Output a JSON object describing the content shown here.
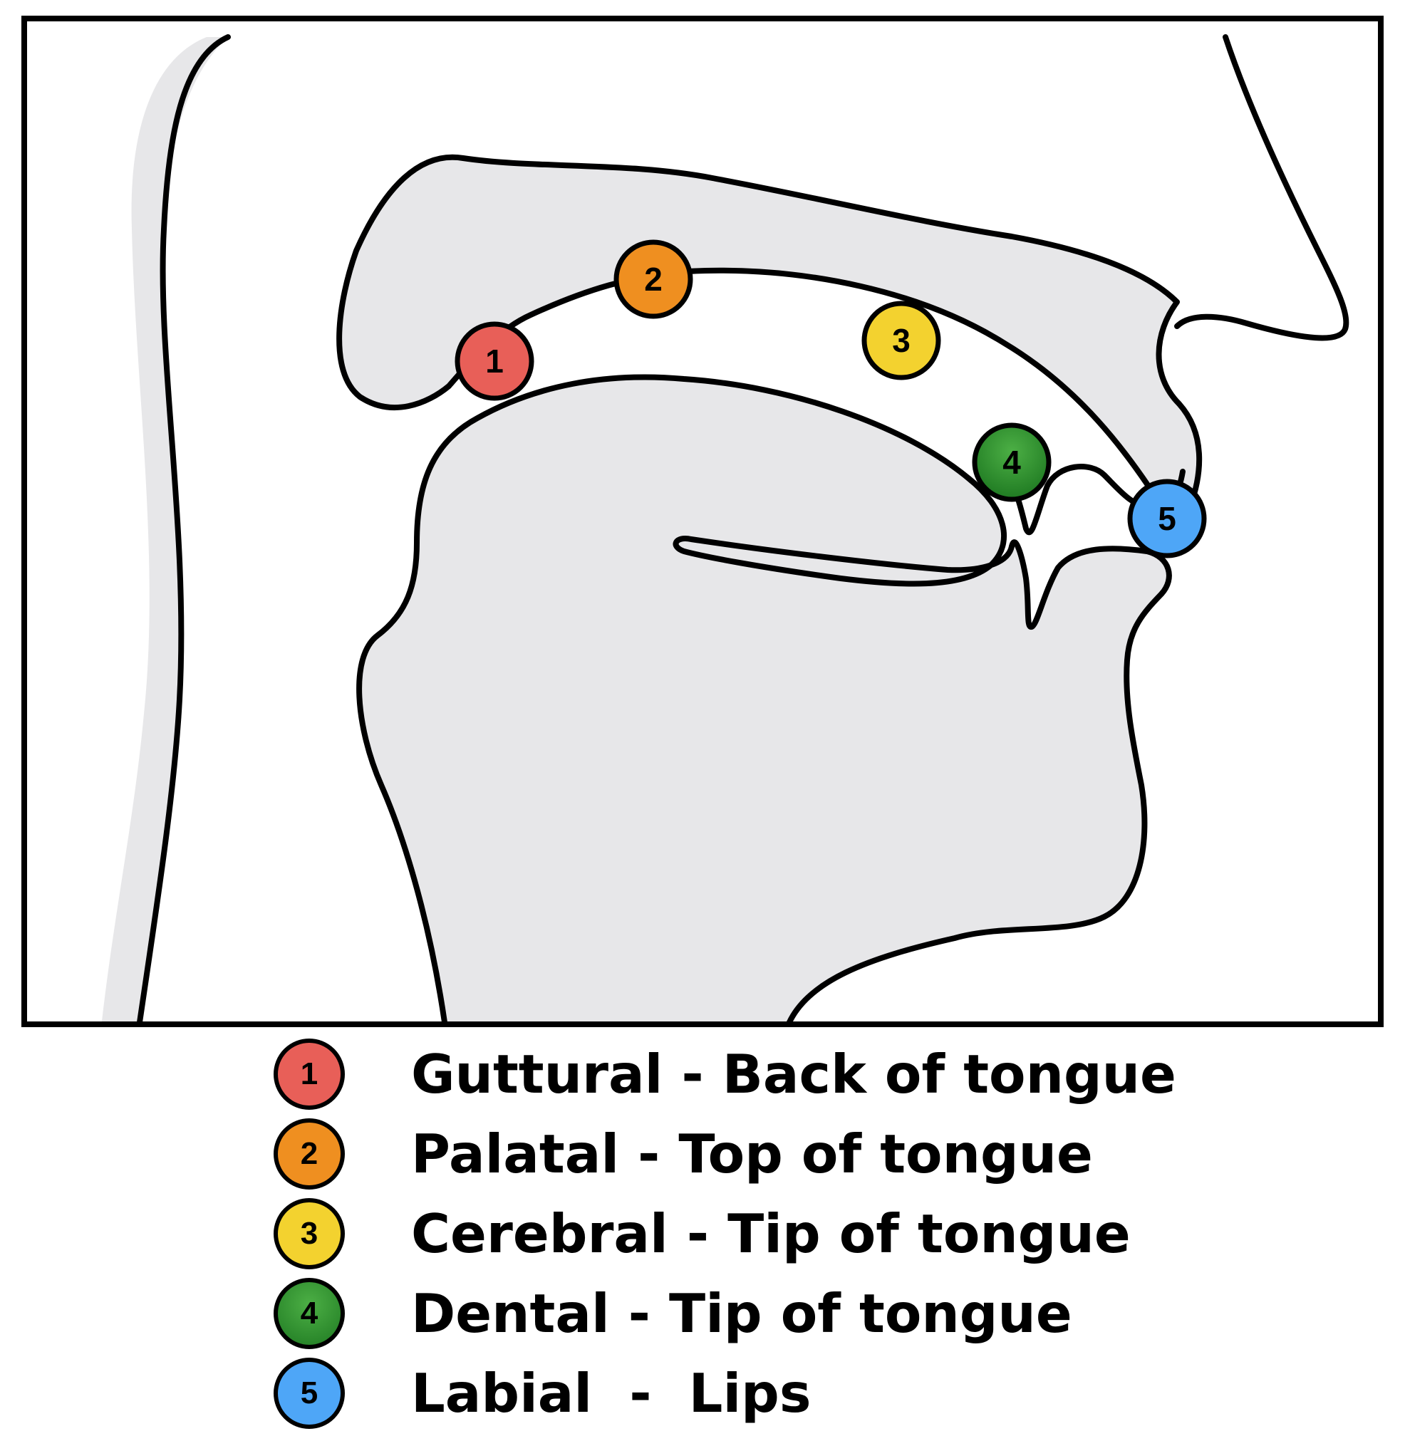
{
  "colors": {
    "background": "#ffffff",
    "tissue": "#e7e7e9",
    "outline": "#000000"
  },
  "markers": [
    {
      "number": "1",
      "color": "#e85f58",
      "label": "Guttural - Back of tongue"
    },
    {
      "number": "2",
      "color": "#ef8f20",
      "label": "Palatal - Top of tongue"
    },
    {
      "number": "3",
      "color": "#f3d22f",
      "label": "Cerebral - Tip of tongue"
    },
    {
      "number": "4",
      "color": "#3b9a37",
      "label": "Dental - Tip of tongue"
    },
    {
      "number": "5",
      "color": "#4ea6f7",
      "label": "Labial  -  Lips"
    }
  ]
}
